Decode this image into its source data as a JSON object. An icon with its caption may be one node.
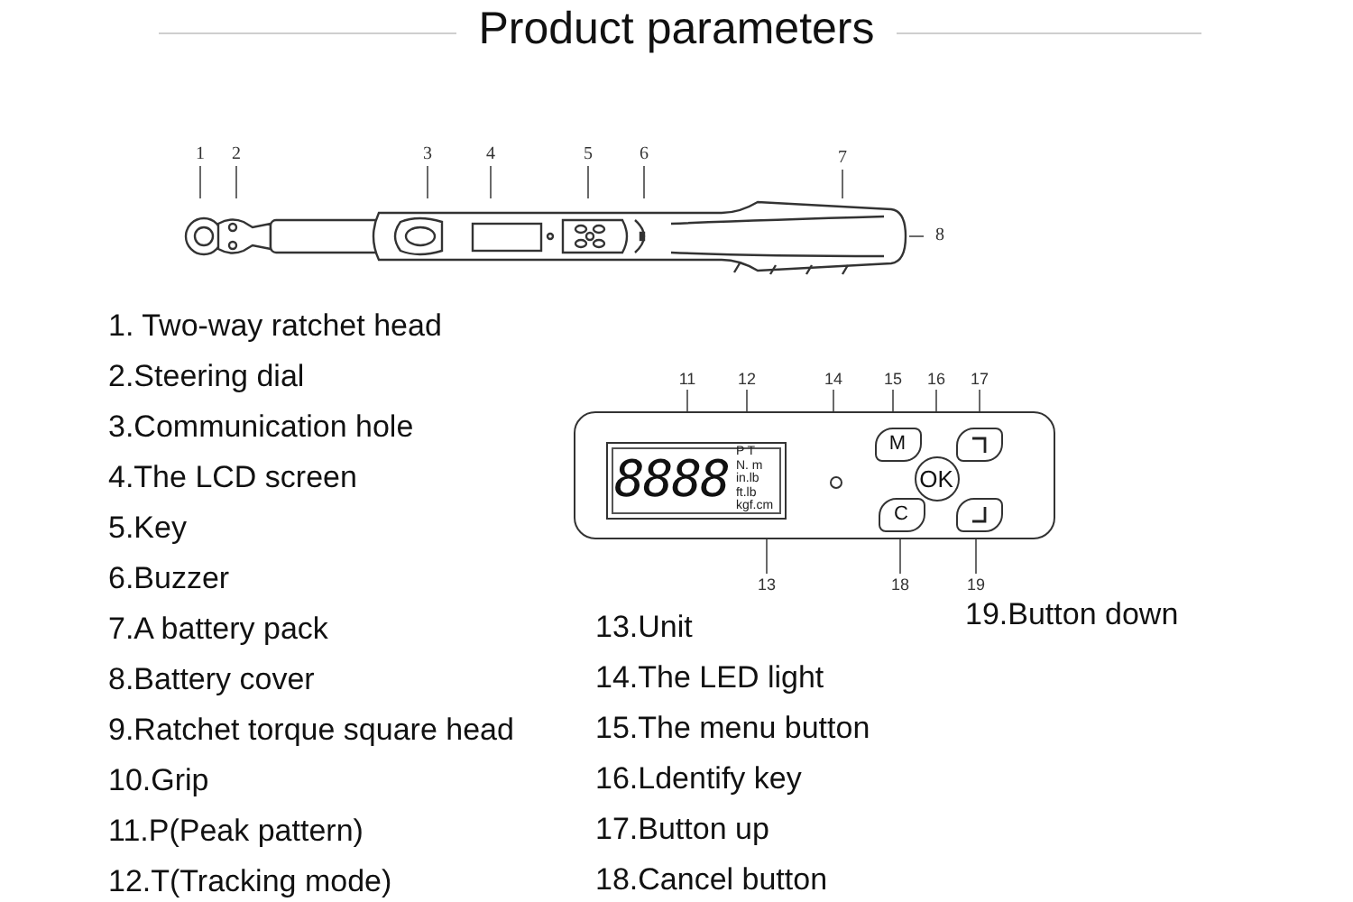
{
  "diagram": {
    "title": "Product parameters",
    "nodes": [
      {
        "text": [
          "1"
        ]
      },
      {
        "text": [
          "2"
        ]
      },
      {
        "text": [
          "3"
        ]
      },
      {
        "text": [
          "4"
        ]
      },
      {
        "text": [
          "5"
        ]
      },
      {
        "text": [
          "6"
        ]
      },
      {
        "text": [
          "7"
        ]
      },
      {
        "text": [
          "8"
        ]
      },
      {
        "text": [],
        "shape": "box"
      },
      {
        "text": [
          "8888",
          "P T",
          "N. m",
          "in.lb",
          "ft.lb",
          "kgf.cm"
        ],
        "in": 8
      },
      {
        "text": [],
        "shape": "circle",
        "in": 8
      },
      {
        "text": [
          "M"
        ],
        "in": 8
      },
      {
        "text": [
          "OK"
        ],
        "in": 8
      },
      {
        "text": [],
        "shape": "box",
        "in": 8
      },
      {
        "text": [
          "C"
        ],
        "in": 8
      },
      {
        "text": [],
        "shape": "box",
        "in": 8
      },
      {
        "text": [
          "11"
        ]
      },
      {
        "text": [
          "12"
        ]
      },
      {
        "text": [
          "14"
        ]
      },
      {
        "text": [
          "15"
        ]
      },
      {
        "text": [
          "16"
        ]
      },
      {
        "text": [
          "17"
        ]
      },
      {
        "text": [
          "13"
        ]
      },
      {
        "text": [
          "18"
        ]
      },
      {
        "text": [
          "19"
        ]
      },
      {
        "text": [],
        "shape": "picture"
      }
    ],
    "edges": [
      {
        "from": 0,
        "to": 25,
        "arrow": "none"
      },
      {
        "from": 1,
        "to": 25,
        "arrow": "none"
      },
      {
        "from": 2,
        "to": 25,
        "arrow": "none"
      },
      {
        "from": 3,
        "to": 25,
        "arrow": "none"
      },
      {
        "from": 4,
        "to": 25,
        "arrow": "none"
      },
      {
        "from": 5,
        "to": 25,
        "arrow": "none"
      },
      {
        "from": 6,
        "to": 25,
        "arrow": "none"
      },
      {
        "from": 7,
        "to": 25,
        "arrow": "none"
      },
      {
        "from": 16,
        "to": 9,
        "arrow": "none"
      },
      {
        "from": 17,
        "to": 9,
        "arrow": "none"
      },
      {
        "from": 18,
        "to": 10,
        "arrow": "none"
      },
      {
        "from": 19,
        "to": 11,
        "arrow": "none"
      },
      {
        "from": 20,
        "to": 12,
        "arrow": "none"
      },
      {
        "from": 21,
        "to": 13,
        "arrow": "none"
      },
      {
        "from": 22,
        "to": 9,
        "arrow": "none"
      },
      {
        "from": 23,
        "to": 14,
        "arrow": "none"
      },
      {
        "from": 24,
        "to": 15,
        "arrow": "none"
      }
    ],
    "labels": [
      "1. Two-way ratchet head",
      "2.Steering dial",
      "3.Communication hole",
      "4.The LCD screen",
      "5.Key",
      "6.Buzzer",
      "7.A battery pack",
      "8.Battery cover",
      "9.Ratchet torque square head",
      "10.Grip",
      "11.P(Peak pattern)",
      "12.T(Tracking mode)",
      "13.Unit",
      "14.The LED light",
      "15.The menu button",
      "16.Ldentify key",
      "17.Button up",
      "18.Cancel button",
      "19.Button down"
    ]
  }
}
